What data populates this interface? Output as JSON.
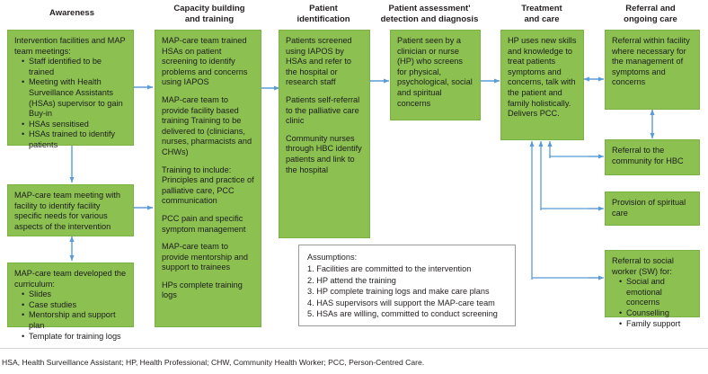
{
  "diagram": {
    "title": "Palliative care intervention logic model",
    "accent_green": "#8cc152",
    "arrow_color": "#5b9bd5",
    "columns": [
      {
        "id": "awareness",
        "label": "Awareness"
      },
      {
        "id": "capacity",
        "label": "Capacity building\nand training",
        "line1": "Capacity building",
        "line2": "and training"
      },
      {
        "id": "identification",
        "label": "Patient\nidentification",
        "line1": "Patient",
        "line2": "identification"
      },
      {
        "id": "assessment",
        "label": "Patient assessment' detection and diagnosis",
        "line1": "Patient assessment'",
        "line2": "detection and diagnosis"
      },
      {
        "id": "treatment",
        "label": "Treatment\nand care",
        "line1": "Treatment",
        "line2": "and care"
      },
      {
        "id": "referral",
        "label": "Referral and\nongoing care",
        "line1": "Referral and",
        "line2": "ongoing care"
      }
    ],
    "nodes": {
      "awareness_1": {
        "lead": "Intervention facilities and MAP team meetings:",
        "bullets": [
          "Staff identified to be trained",
          "Meeting with Health Surveillance Assistants (HSAs) supervisor to gain Buy-in",
          "HSAs sensitised",
          "HSAs trained to identify patients"
        ]
      },
      "awareness_2": {
        "text": "MAP-care team meeting with facility to identify facility specific needs for various aspects of the intervention"
      },
      "awareness_3": {
        "lead": "MAP-care team developed the curriculum:",
        "bullets": [
          "Slides",
          "Case studies",
          "Mentorship and support plan",
          "Template for training logs"
        ]
      },
      "capacity_1": {
        "paragraphs": [
          "MAP-care team trained HSAs on patient screening to identify problems and concerns using IAPOS",
          "MAP-care team to provide facility based training Training to be delivered to (clinicians, nurses, pharmacists and CHWs)",
          "Training to include: Principles and practice of palliative care, PCC communication",
          "PCC pain and specific symptom management",
          "MAP-care team to provide mentorship and support to trainees",
          "HPs complete training logs"
        ]
      },
      "identification_1": {
        "paragraphs": [
          "Patients screened using IAPOS by HSAs and refer to the hospital or research staff",
          "Patients self-referral to the palliative care clinic",
          "Community nurses through HBC identify patients and link to the hospital"
        ]
      },
      "assessment_1": {
        "text": "Patient seen by a clinician or nurse (HP) who screens for physical, psychological, social and spiritual concerns"
      },
      "treatment_1": {
        "text": "HP uses new skills and knowledge to treat patients symptoms and concerns, talk with the patient and family holistically. Delivers PCC."
      },
      "referral_1": {
        "text": "Referral within facility where necessary for the management of symptoms and concerns"
      },
      "referral_2": {
        "text": "Referral to the community for HBC"
      },
      "referral_3": {
        "text": "Provision of spiritual care"
      },
      "referral_4": {
        "lead": "Referral to social worker (SW) for:",
        "bullets": [
          "Social and emotional concerns",
          "Counselling",
          "Family support"
        ]
      }
    },
    "assumptions": {
      "title": "Assumptions:",
      "items": [
        "1. Facilities are committed to the intervention",
        "2. HP attend the training",
        "3. HP complete training logs and make care plans",
        "4. HAS supervisors will support the MAP-care team",
        "5. HSAs are willing, committed to conduct screening"
      ]
    },
    "footnote": "HSA, Health Surveillance Assistant; HP, Health Professional; CHW, Community Health Worker; PCC, Person-Centred Care."
  }
}
